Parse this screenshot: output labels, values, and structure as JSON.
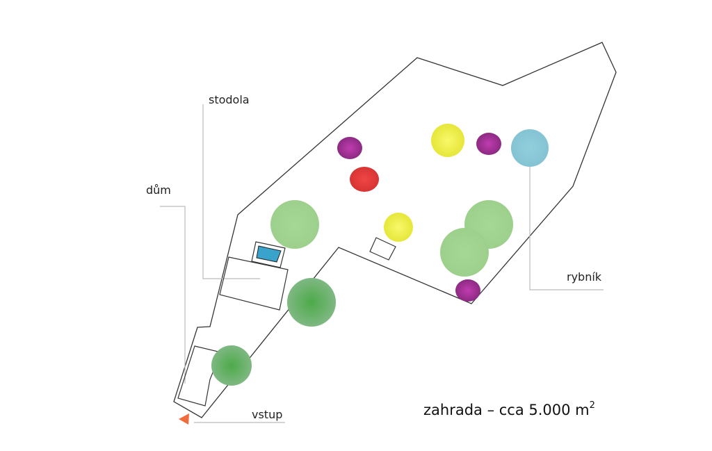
{
  "labels": {
    "barn": "stodola",
    "house": "dům",
    "pond": "rybník",
    "entrance": "vstup"
  },
  "caption": {
    "text": "zahrada – cca 5.000 m",
    "superscript": "2"
  },
  "colors": {
    "boundary": "#333333",
    "leader_line": "#bbbbbb",
    "pool": "#3aa3cc",
    "entrance_marker": "#f26b3a",
    "tree_light_green": "#a6d895",
    "tree_dark_green": "#6fb46a",
    "shrub_purple": "#9b2d8f",
    "shrub_red": "#e03a3a",
    "shrub_yellow": "#eeee44",
    "pond_blue": "#8cc9d8"
  }
}
